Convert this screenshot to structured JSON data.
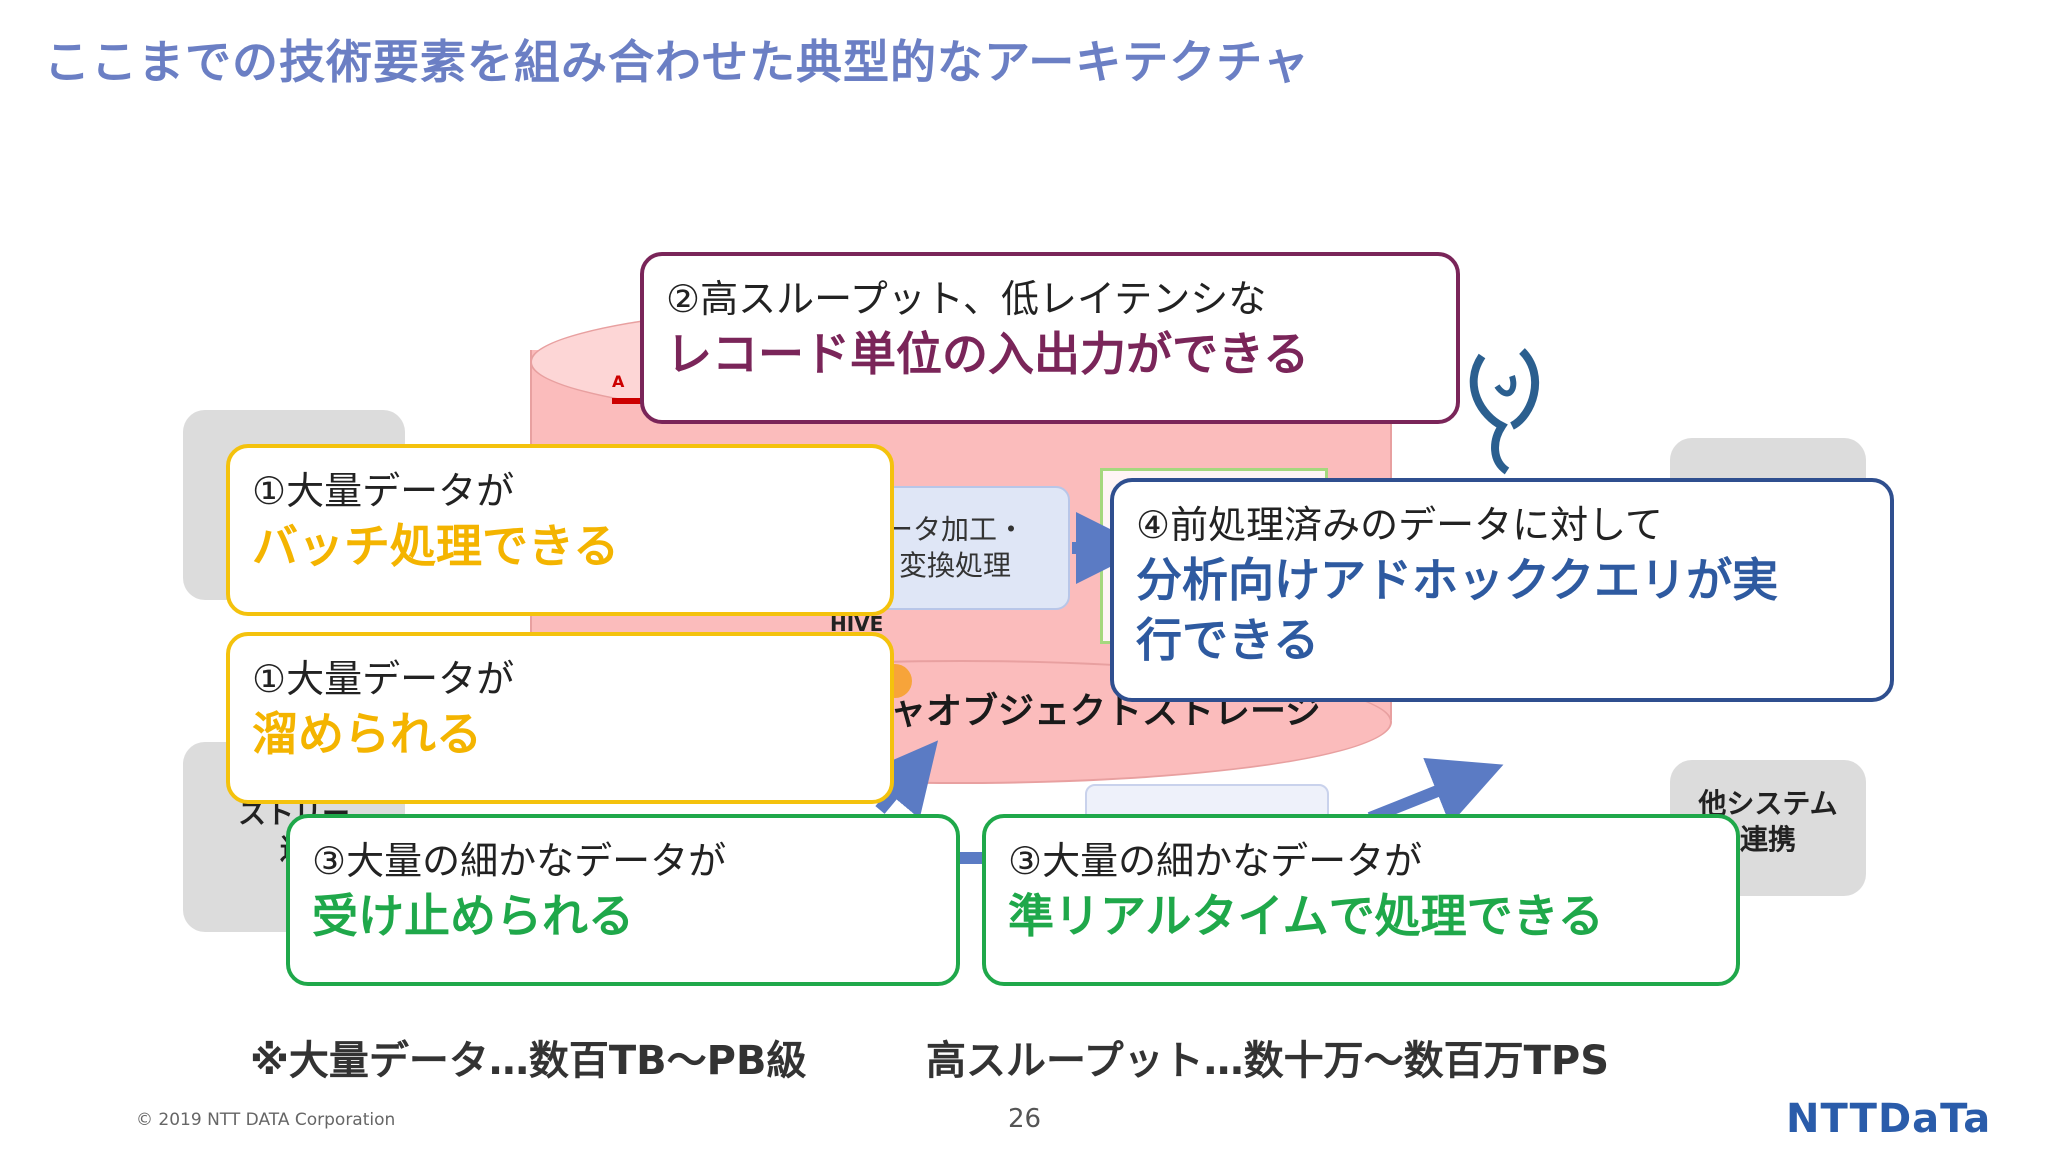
{
  "slide": {
    "title": "ここまでの技術要素を組み合わせた典型的なアーキテクチャ",
    "note_left": "※大量データ…数百TB～PB級",
    "note_right": "高スループット…数十万～数百万TPS",
    "footer": "© 2019 NTT DATA Corporation",
    "page_number": "26",
    "logo_text": "NTTDaTa"
  },
  "diagram": {
    "storage_label": "ャオブジェクトストレージ",
    "process_box": [
      "ータ加工・",
      "変換処理"
    ],
    "hive_label": "HIVE",
    "partial_logo": "A",
    "left_gray_fragment": "ストリー\n連",
    "right_gray_label": "他システム\n連携"
  },
  "callouts": {
    "batch": {
      "line1": "①大量データが",
      "line2": "バッチ処理できる"
    },
    "store": {
      "line1": "①大量データが",
      "line2": "溜められる"
    },
    "record": {
      "line1": "②高スループット、低レイテンシな",
      "line2": "レコード単位の入出力ができる"
    },
    "adhoc": {
      "line1": "④前処理済みのデータに対して",
      "line2": "分析向けアドホッククエリが実",
      "line3": "行できる"
    },
    "receive": {
      "line1": "③大量の細かなデータが",
      "line2": "受け止められる"
    },
    "realtime": {
      "line1": "③大量の細かなデータが",
      "line2": "準リアルタイムで処理できる"
    }
  },
  "colors": {
    "title": "#6b7fc4",
    "yellow": "#f4b400",
    "purple": "#7a2559",
    "blue": "#2e5aa0",
    "green": "#1fa84a",
    "arrow": "#5b7bc4"
  }
}
